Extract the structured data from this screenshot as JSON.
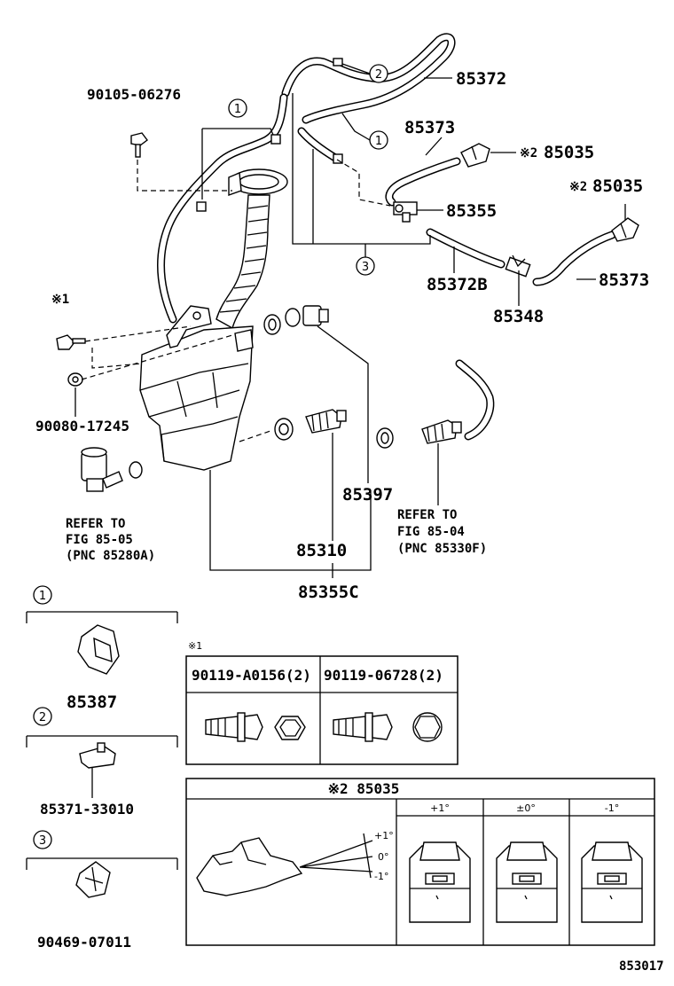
{
  "labels": {
    "p85372": "85372",
    "p90105": "90105-06276",
    "p85373a": "85373",
    "p85035a": "85035",
    "p85035b": "85035",
    "p85355": "85355",
    "p85372b": "85372B",
    "p85373b": "85373",
    "p85348": "85348",
    "p90080": "90080-17245",
    "p85397": "85397",
    "p85310": "85310",
    "p85355c": "85355C",
    "mark_note1": "※1",
    "mark_note2a": "※2",
    "mark_note2b": "※2"
  },
  "callouts": {
    "c1": "1",
    "c2": "2",
    "c3": "3"
  },
  "refer_left": {
    "line1": "REFER TO",
    "line2": "FIG 85-05",
    "line3": "(PNC 85280A)"
  },
  "refer_right": {
    "line1": "REFER TO",
    "line2": "FIG 85-04",
    "line3": "(PNC 85330F)"
  },
  "legend": {
    "item1": {
      "num": "1",
      "part": "85387"
    },
    "item2": {
      "num": "2",
      "part": "85371-33010"
    },
    "item3": {
      "num": "3",
      "part": "90469-07011"
    }
  },
  "bolt_table": {
    "note": "※1",
    "col1": "90119-A0156(2)",
    "col2": "90119-06728(2)"
  },
  "angle_table": {
    "title": "※2 85035",
    "col1": "+1°",
    "col2": "±0°",
    "col3": "-1°",
    "ang_plus": "+1°",
    "ang_zero": "0°",
    "ang_minus": "-1°"
  },
  "figure_id": "853017"
}
